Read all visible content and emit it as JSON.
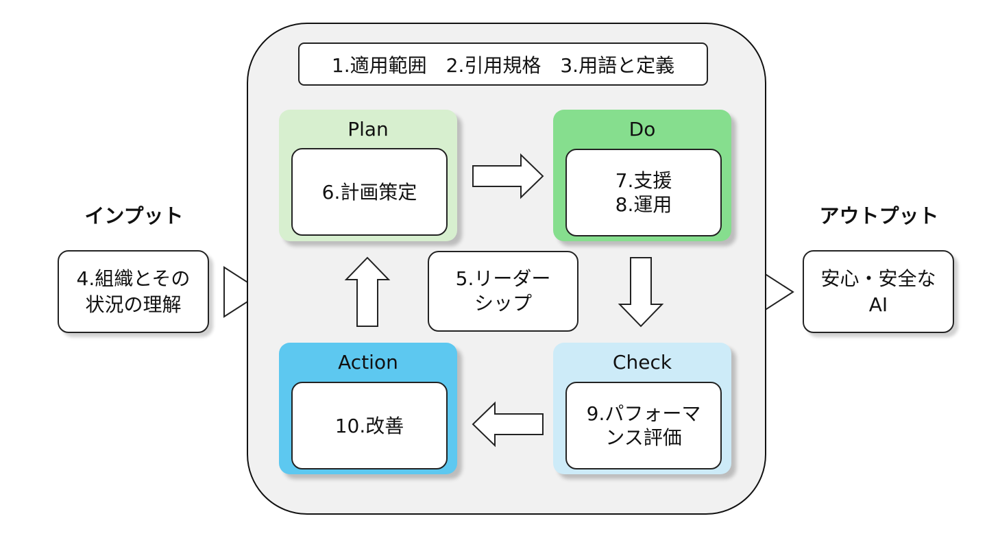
{
  "clauses_top": {
    "text": "1.適用範囲　2.引用規格　3.用語と定義"
  },
  "input": {
    "heading": "インプット",
    "line1": "4.組織とその",
    "line2": "状況の理解"
  },
  "output": {
    "heading": "アウトプット",
    "line1": "安心・安全な",
    "line2": "AI"
  },
  "plan": {
    "title": "Plan",
    "line1": "6.計画策定"
  },
  "do": {
    "title": "Do",
    "line1": "7.支援",
    "line2": "8.運用"
  },
  "check": {
    "title": "Check",
    "line1": "9.パフォーマ",
    "line2": "ンス評価"
  },
  "action": {
    "title": "Action",
    "line1": "10.改善"
  },
  "leadership": {
    "line1": "5.リーダー",
    "line2": "シップ"
  },
  "colors": {
    "plan": "#d7efcf",
    "do": "#86de8e",
    "check": "#cdebf8",
    "action": "#5dc8f0",
    "frame": "#f1f1f1"
  }
}
